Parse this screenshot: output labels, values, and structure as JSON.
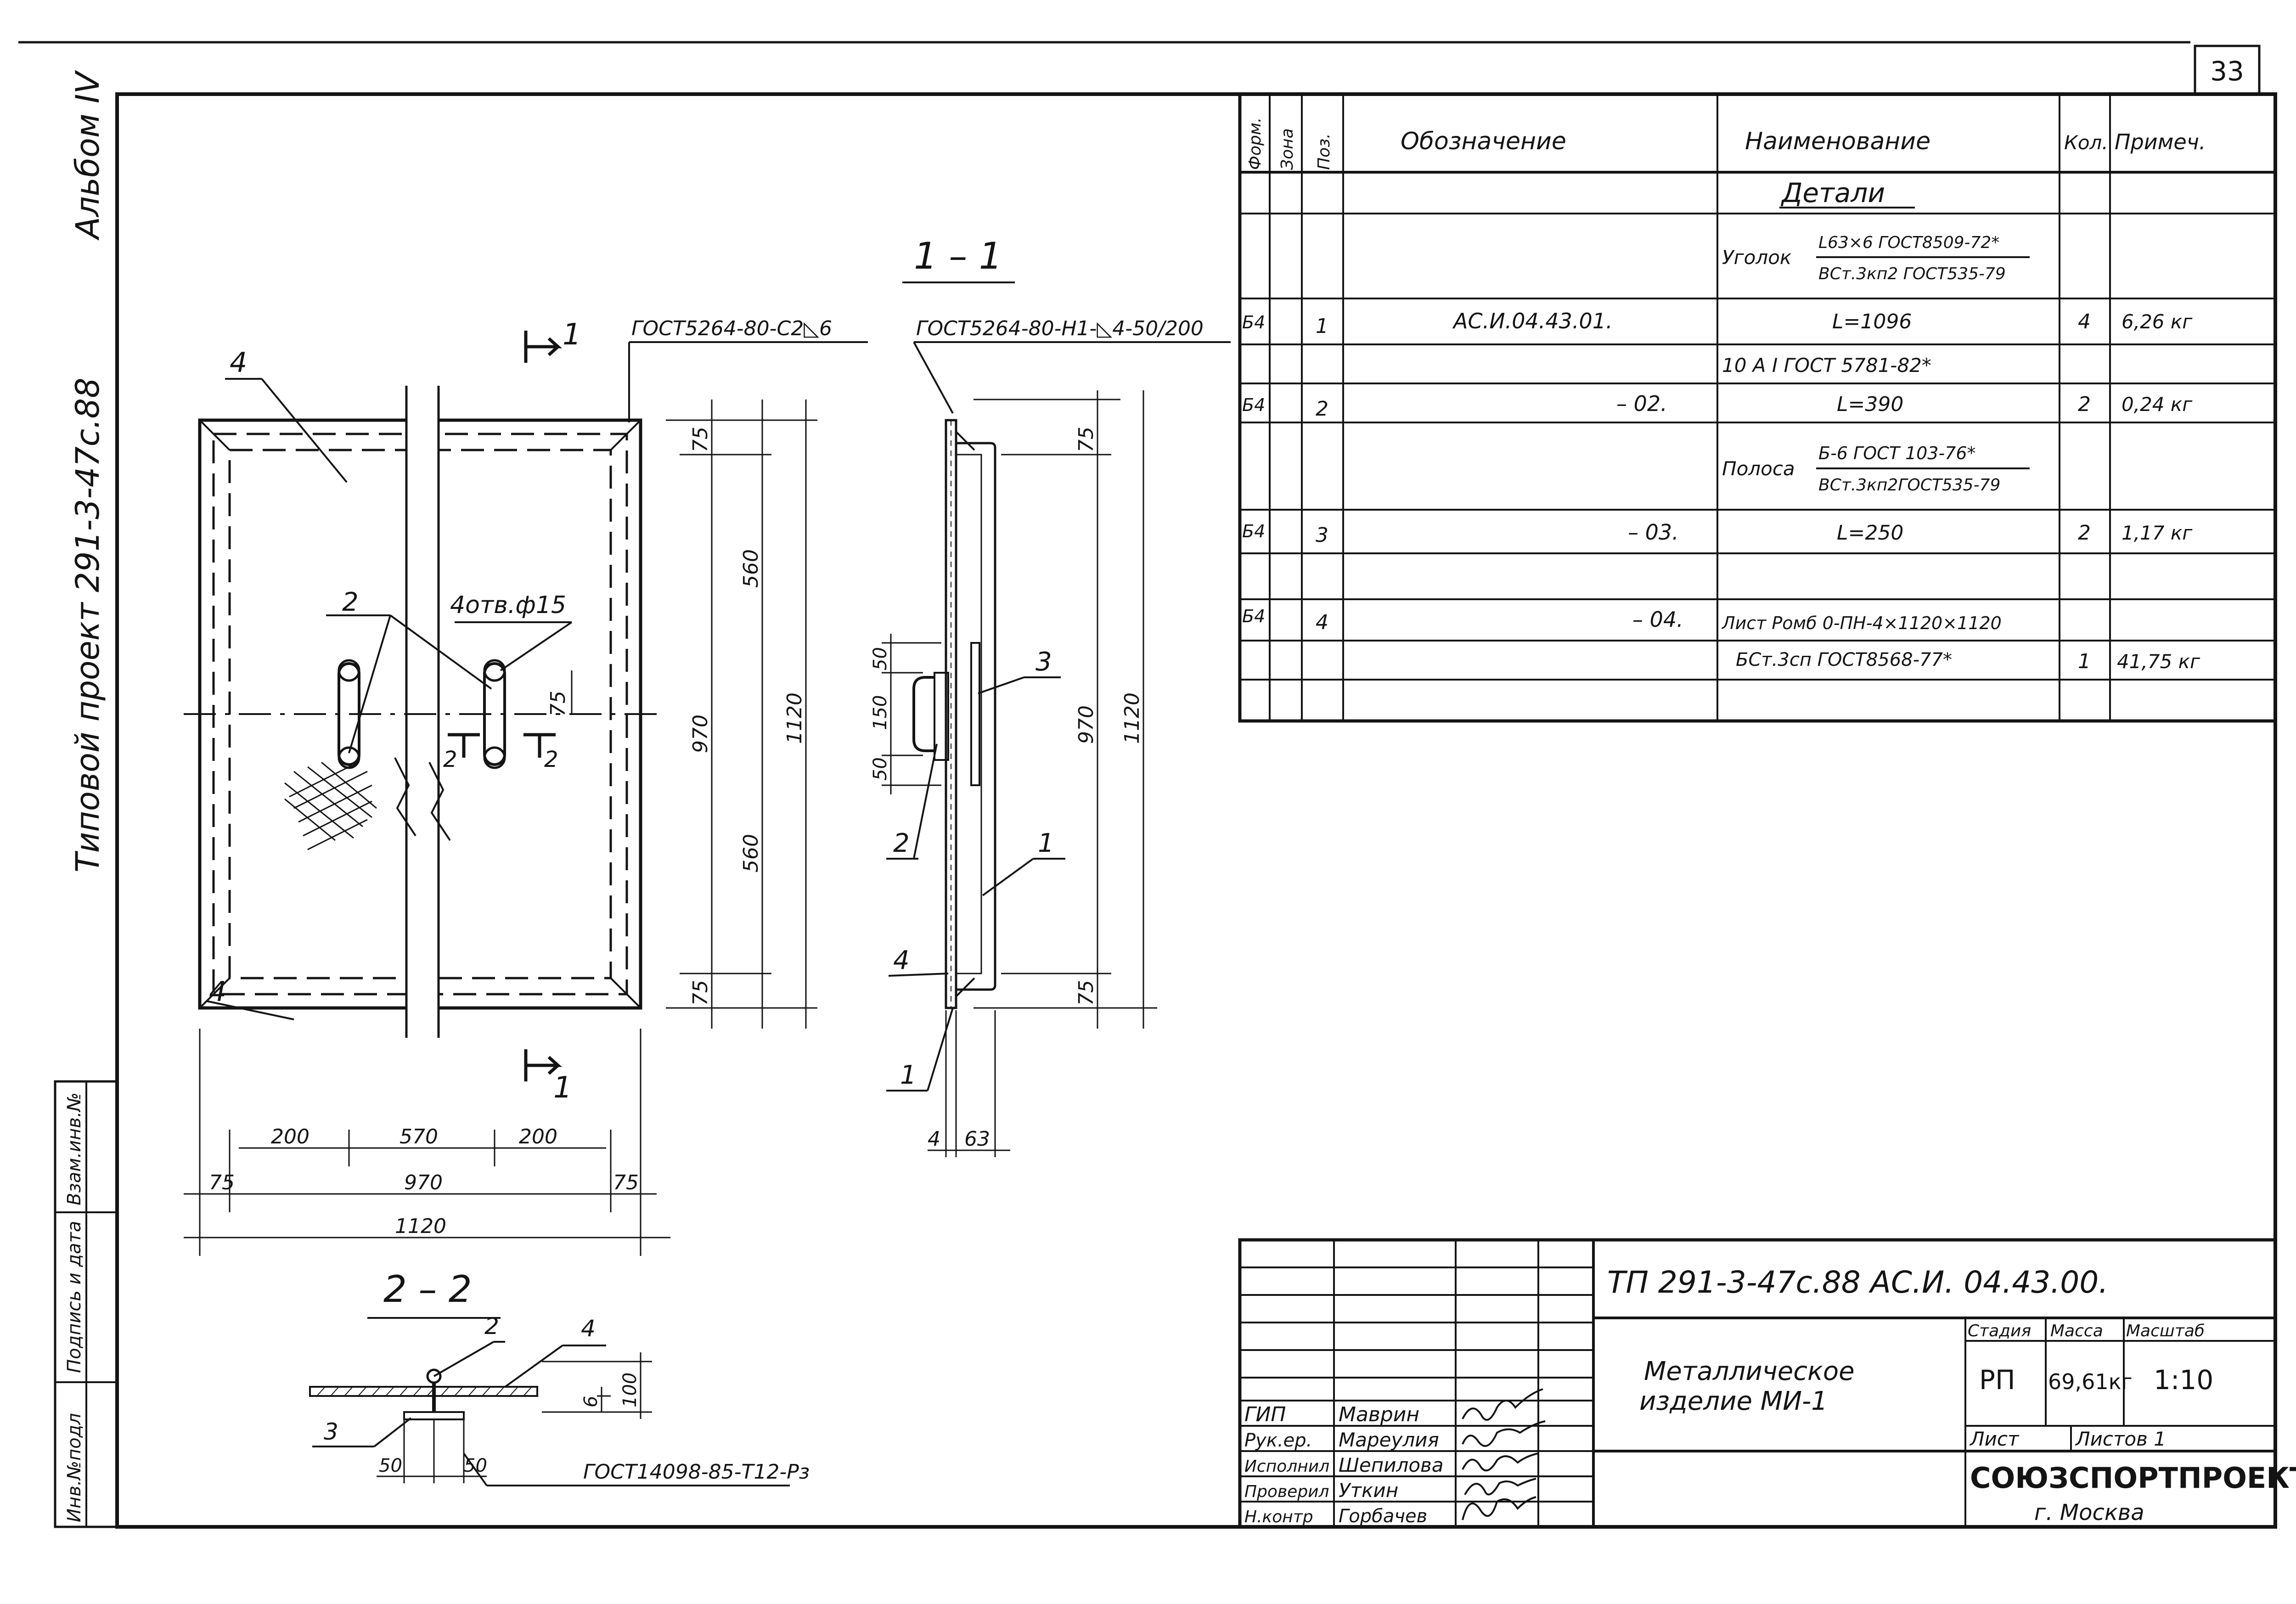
{
  "page_number": "33",
  "side_stamp": {
    "album": "Альбом IV",
    "project": "Типовой проект 291-3-47с.88",
    "boxes": [
      "Инв.№подл",
      "Подпись и дата",
      "Взам.инв.№"
    ]
  },
  "section_1_1": {
    "title": "1 – 1",
    "weld_note": "ГОСТ5264-80-Н1-◺4-50/200",
    "dims_inner": [
      "75",
      "970",
      "75"
    ],
    "dim_total": "1120",
    "dims_handle": [
      "50",
      "150",
      "50"
    ],
    "bottom_dims": [
      "4",
      "63"
    ],
    "callouts": [
      "3",
      "2",
      "1",
      "4",
      "1"
    ]
  },
  "plan_view": {
    "section_mark_top": "1",
    "section_mark_bottom": "1",
    "weld_note": "ГОСТ5264-80-С2◺6",
    "holes_note": "4отв.ф15",
    "dim_75": "75",
    "dims_vertical": [
      "75",
      "560",
      "970",
      "560",
      "75"
    ],
    "dim_total_vertical": "1120",
    "dims_horizontal_1": [
      "200",
      "570",
      "200"
    ],
    "dims_horizontal_2": [
      "75",
      "970",
      "75"
    ],
    "dim_total_horizontal": "1120",
    "callout_4_top": "4",
    "callout_4_bottom": "4",
    "callout_2": "2",
    "section_2_marks": [
      "2",
      "2"
    ]
  },
  "section_2_2": {
    "title": "2 – 2",
    "callouts": [
      "2",
      "4",
      "3"
    ],
    "dims": [
      "6",
      "100",
      "50",
      "50"
    ],
    "weld_note": "ГОСТ14098-85-Т12-Рз"
  },
  "spec_table": {
    "headers": [
      "Форм.",
      "Зона",
      "Поз.",
      "Обозначение",
      "Наименование",
      "Кол.",
      "Примеч."
    ],
    "section_title": "Детали",
    "rows": [
      {
        "form": "",
        "zone": "",
        "pos": "",
        "designation": "",
        "name": "Уголок",
        "name_num": "L63×6 ГОСТ8509-72*",
        "name_den": "ВСт.3кп2 ГОСТ535-79",
        "qty": "",
        "note": ""
      },
      {
        "form": "Б4",
        "zone": "",
        "pos": "1",
        "designation": "АС.И.04.43.01.",
        "name": "L=1096",
        "qty": "4",
        "note": "6,26 кг"
      },
      {
        "form": "",
        "zone": "",
        "pos": "",
        "designation": "",
        "name": "10 А I ГОСТ 5781-82*",
        "qty": "",
        "note": ""
      },
      {
        "form": "Б4",
        "zone": "",
        "pos": "2",
        "designation": "– 02.",
        "name": "L=390",
        "qty": "2",
        "note": "0,24 кг"
      },
      {
        "form": "",
        "zone": "",
        "pos": "",
        "designation": "",
        "name": "Полоса",
        "name_num": "Б-6 ГОСТ 103-76*",
        "name_den": "ВСт.3кп2ГОСТ535-79",
        "qty": "",
        "note": ""
      },
      {
        "form": "Б4",
        "zone": "",
        "pos": "3",
        "designation": "– 03.",
        "name": "L=250",
        "qty": "2",
        "note": "1,17 кг"
      },
      {
        "form": "",
        "zone": "",
        "pos": "",
        "designation": "",
        "name": "",
        "qty": "",
        "note": ""
      },
      {
        "form": "Б4",
        "zone": "",
        "pos": "4",
        "designation": "– 04.",
        "name": "Лист Ромб 0-ПН-4×1120×1120",
        "qty": "",
        "note": ""
      },
      {
        "form": "",
        "zone": "",
        "pos": "",
        "designation": "",
        "name": "БСт.3сп ГОСТ8568-77*",
        "qty": "1",
        "note": "41,75 кг"
      },
      {
        "form": "",
        "zone": "",
        "pos": "",
        "designation": "",
        "name": "",
        "qty": "",
        "note": ""
      }
    ]
  },
  "title_block": {
    "doc_code": "ТП 291-3-47с.88 АС.И. 04.43.00.",
    "item_name_1": "Металлическое",
    "item_name_2": "изделие  МИ-1",
    "stage_label": "Стадия",
    "mass_label": "Масса",
    "scale_label": "Масштаб",
    "stage": "РП",
    "mass": "69,61кг",
    "scale": "1:10",
    "sheet_label": "Лист",
    "sheets_label": "Листов 1",
    "org": "СОЮЗСПОРТПРОЕКТ",
    "city": "г. Москва",
    "people": [
      {
        "role": "ГИП",
        "name": "Маврин"
      },
      {
        "role": "Рук.ер.",
        "name": "Мареулия"
      },
      {
        "role": "Исполнил",
        "name": "Шепилова"
      },
      {
        "role": "Проверил",
        "name": "Уткин"
      },
      {
        "role": "Н.контр",
        "name": "Горбачев"
      }
    ]
  }
}
